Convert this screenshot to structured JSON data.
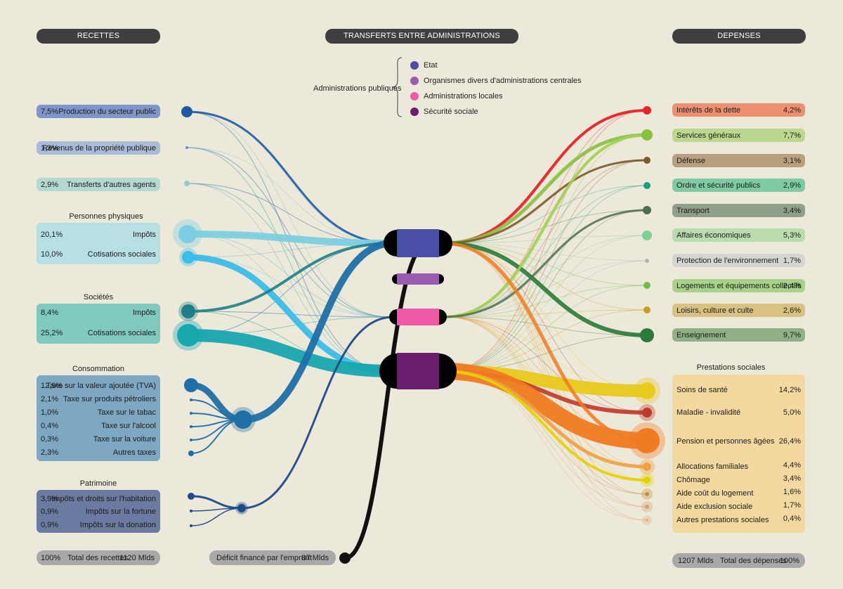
{
  "headers": {
    "recettes": "RECETTES",
    "transferts": "TRANSFERTS ENTRE ADMINISTRATIONS",
    "depenses": "DEPENSES"
  },
  "legend": {
    "title": "Administrations publiques",
    "items": [
      {
        "label": "Etat",
        "color": "#4a4fa6"
      },
      {
        "label": "Organismes divers d'administrations centrales",
        "color": "#9a5bb0"
      },
      {
        "label": "Administrations locales",
        "color": "#ee5aa6"
      },
      {
        "label": "Sécurité sociale",
        "color": "#6a1f6e"
      }
    ]
  },
  "recettes": {
    "single": [
      {
        "pct": "7,5%",
        "label": "Production du secteur public",
        "color": "#7e96c9"
      },
      {
        "pct": "1,3%",
        "label": "Revenus de la propriété publique",
        "color": "#aabbd8"
      },
      {
        "pct": "2,9%",
        "label": "Transferts d'autres agents",
        "color": "#b4d8d2"
      }
    ],
    "personnes": {
      "title": "Personnes physiques",
      "rows": [
        {
          "pct": "20,1%",
          "label": "Impôts"
        },
        {
          "pct": "10,0%",
          "label": "Cotisations sociales"
        }
      ]
    },
    "societes": {
      "title": "Sociétés",
      "rows": [
        {
          "pct": "8,4%",
          "label": "Impôts"
        },
        {
          "pct": "25,2%",
          "label": "Cotisations sociales"
        }
      ]
    },
    "consommation": {
      "title": "Consommation",
      "rows": [
        {
          "pct": "12,9%",
          "label": "Taxe sur la valeur ajoutée (TVA)"
        },
        {
          "pct": "2,1%",
          "label": "Taxe sur produits pétroliers"
        },
        {
          "pct": "1,0%",
          "label": "Taxe sur le tabac"
        },
        {
          "pct": "0,4%",
          "label": "Taxe sur l'alcool"
        },
        {
          "pct": "0,3%",
          "label": "Taxe sur la voiture"
        },
        {
          "pct": "2,3%",
          "label": "Autres taxes"
        }
      ]
    },
    "patrimoine": {
      "title": "Patrimoine",
      "rows": [
        {
          "pct": "3,9%",
          "label": "Impôts et droits sur l'habitation"
        },
        {
          "pct": "0,9%",
          "label": "Impôts sur la fortune"
        },
        {
          "pct": "0,9%",
          "label": "Impôts sur la donation"
        }
      ]
    },
    "total": {
      "pct": "100%",
      "label": "Total des recettes",
      "value": "1120 Mlds"
    }
  },
  "deficit": {
    "label": "Déficit financé par l'emprunt",
    "value": "87 Mlds"
  },
  "depenses": {
    "single": [
      {
        "label": "Intérêts de la dette",
        "pct": "4,2%",
        "color": "#ee9070",
        "dot": "#e3262a"
      },
      {
        "label": "Services généraux",
        "pct": "7,7%",
        "color": "#bcd78e",
        "dot": "#88c040"
      },
      {
        "label": "Défense",
        "pct": "3,1%",
        "color": "#b8a07c",
        "dot": "#7b5a2c"
      },
      {
        "label": "Ordre et sécurité publics",
        "pct": "2,9%",
        "color": "#7ecaa2",
        "dot": "#15a373"
      },
      {
        "label": "Transport",
        "pct": "3,4%",
        "color": "#8ea08a",
        "dot": "#4d6e51"
      },
      {
        "label": "Affaires économiques",
        "pct": "5,3%",
        "color": "#b9dcae",
        "dot": "#7ecf94"
      },
      {
        "label": "Protection de l'environnement",
        "pct": "1,7%",
        "color": "#d5d5d1",
        "dot": "#b2b2b2"
      },
      {
        "label": "Logements et équipements collectifs",
        "pct": "2,4%",
        "color": "#a6d28a",
        "dot": "#6ebe45"
      },
      {
        "label": "Loisirs, culture et culte",
        "pct": "2,6%",
        "color": "#d8c181",
        "dot": "#c4a020"
      },
      {
        "label": "Enseignement",
        "pct": "9,7%",
        "color": "#8fb185",
        "dot": "#2c7a38"
      }
    ],
    "prestations": {
      "title": "Prestations sociales",
      "rows": [
        {
          "label": "Soins de santé",
          "pct": "14,2%"
        },
        {
          "label": "Maladie - invalidité",
          "pct": "5,0%"
        },
        {
          "label": "Pension et personnes âgées",
          "pct": "26,4%"
        },
        {
          "label": "Allocations familiales",
          "pct": "4,4%"
        },
        {
          "label": "Chômage",
          "pct": "3,4%"
        },
        {
          "label": "Aide coût du logement",
          "pct": "1,6%"
        },
        {
          "label": "Aide exclusion sociale",
          "pct": "1,7%"
        },
        {
          "label": "Autres prestations sociales",
          "pct": "0,4%"
        }
      ]
    },
    "total": {
      "value": "1207 Mlds",
      "label": "Total des dépenses",
      "pct": "100%"
    }
  }
}
